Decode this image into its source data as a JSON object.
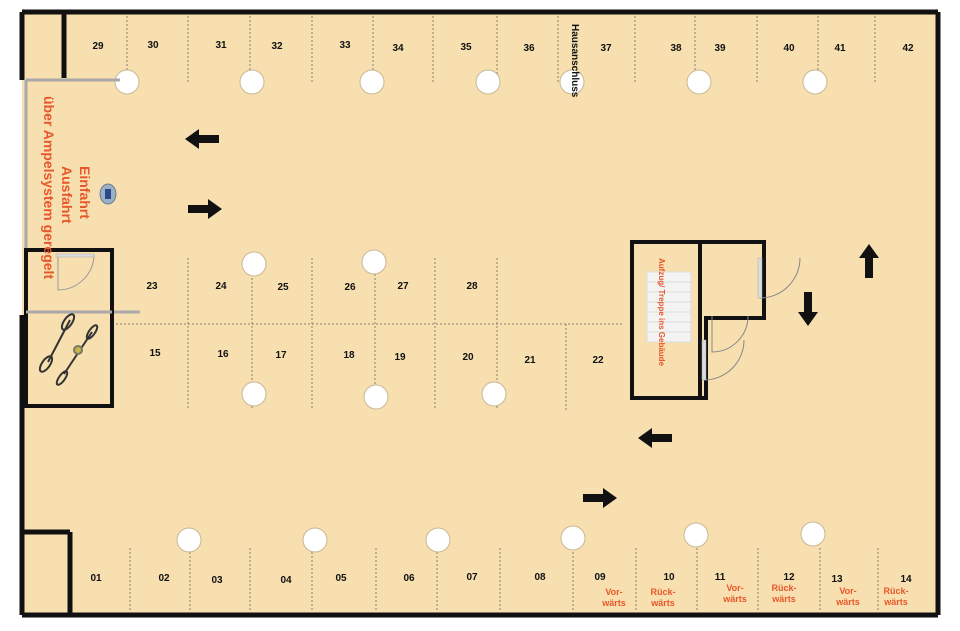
{
  "plan": {
    "colors": {
      "floor": "#f7dfb0",
      "wall": "#111111",
      "text_red": "#e8572a",
      "pillar": "#ffffff"
    },
    "spaces_top": [
      "29",
      "30",
      "31",
      "32",
      "33",
      "34",
      "35",
      "36",
      "37",
      "38",
      "39",
      "40",
      "41",
      "42"
    ],
    "spaces_mid_upper": [
      "23",
      "24",
      "25",
      "26",
      "27",
      "28"
    ],
    "spaces_mid_lower": [
      "15",
      "16",
      "17",
      "18",
      "19",
      "20",
      "21",
      "22"
    ],
    "spaces_bottom": [
      "01",
      "02",
      "03",
      "04",
      "05",
      "06",
      "07",
      "08",
      "09",
      "10",
      "11",
      "12",
      "13",
      "14"
    ],
    "direction_labels": [
      {
        "space": "09",
        "text": [
          "Vor-",
          "wärts"
        ]
      },
      {
        "space": "10",
        "text": [
          "Rück-",
          "wärts"
        ]
      },
      {
        "space": "11",
        "text": [
          "Vor-",
          "wärts"
        ]
      },
      {
        "space": "12",
        "text": [
          "Rück-",
          "wärts"
        ]
      },
      {
        "space": "13",
        "text": [
          "Vor-",
          "wärts"
        ]
      },
      {
        "space": "14",
        "text": [
          "Rück-",
          "wärts"
        ]
      }
    ],
    "entrance_label": [
      "Einfahrt",
      "Ausfahrt",
      "über Ampelsystem geregelt"
    ],
    "house_connection_label": "Hausanschluss",
    "elevator_label": "Aufzug/ Treppe ins Gebäude",
    "arrows": [
      "left",
      "right",
      "up",
      "down",
      "left",
      "right"
    ],
    "icons": [
      "bicycle-icon",
      "traffic-light-icon",
      "pillar-icon",
      "staircase-icon"
    ]
  }
}
